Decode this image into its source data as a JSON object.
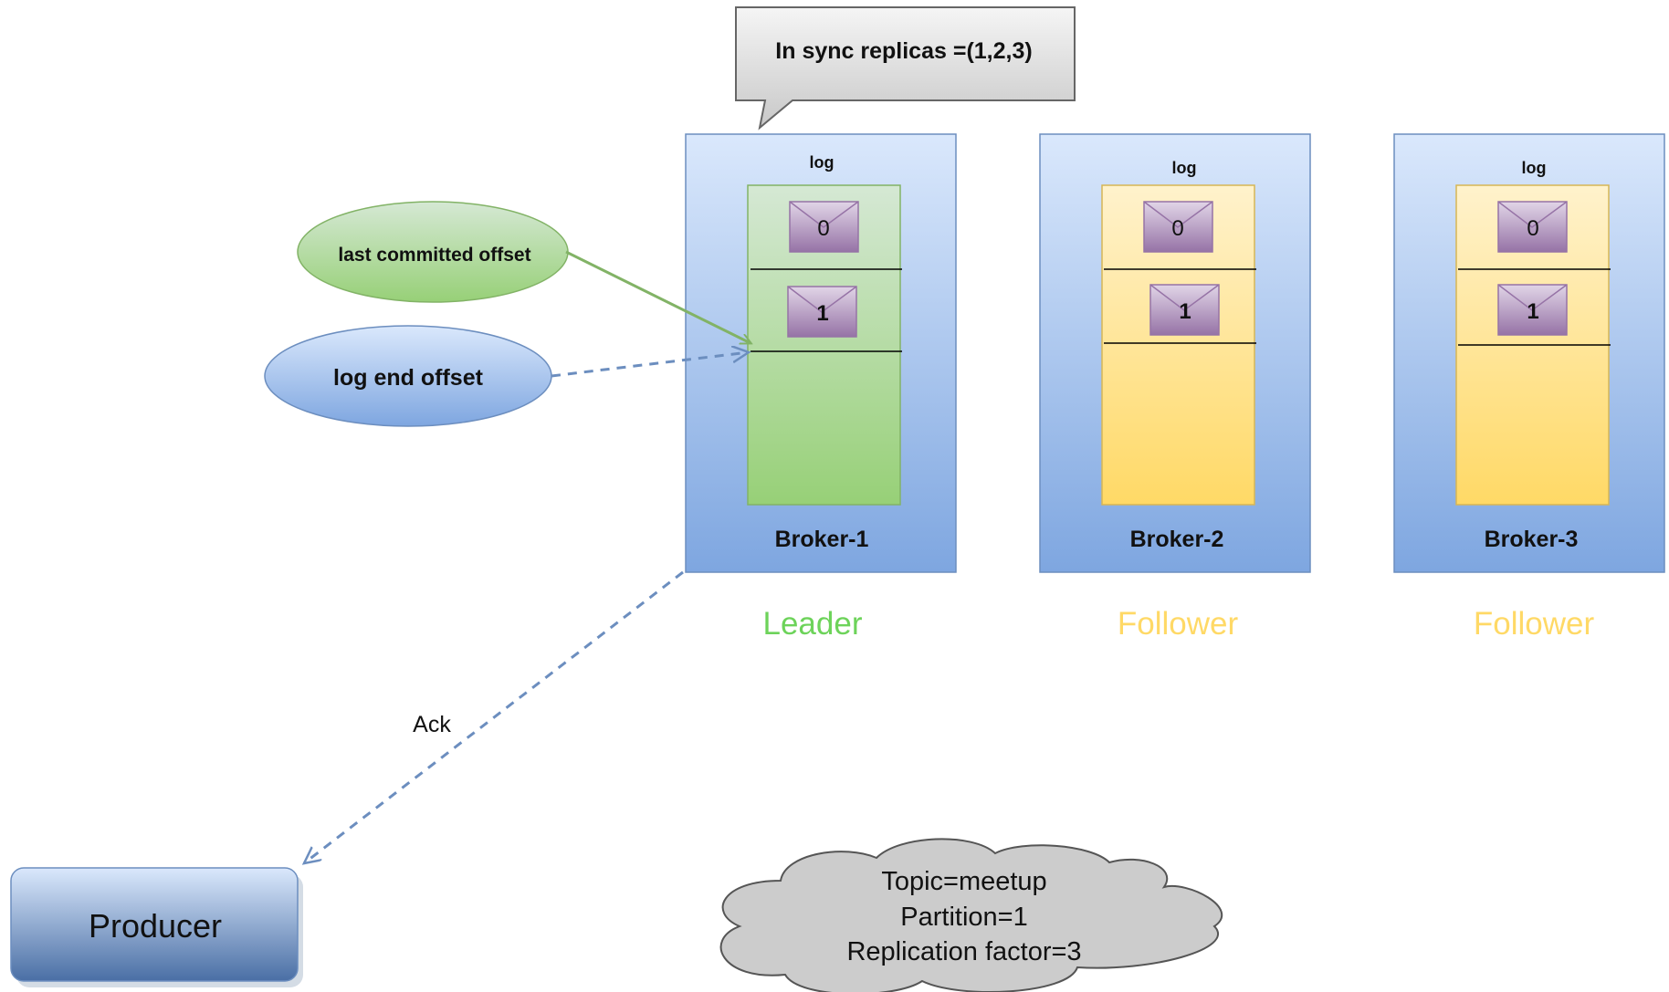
{
  "callout": {
    "text": "In sync replicas =(1,2,3)"
  },
  "offsets": {
    "last_committed": "last committed offset",
    "log_end": "log end offset"
  },
  "brokers": [
    {
      "name": "Broker-1",
      "log_label": "log",
      "role": "Leader",
      "messages": [
        "0",
        "1"
      ],
      "log_color": "green"
    },
    {
      "name": "Broker-2",
      "log_label": "log",
      "role": "Follower",
      "messages": [
        "0",
        "1"
      ],
      "log_color": "yellow"
    },
    {
      "name": "Broker-3",
      "log_label": "log",
      "role": "Follower",
      "messages": [
        "0",
        "1"
      ],
      "log_color": "yellow"
    }
  ],
  "ack_label": "Ack",
  "producer": {
    "label": "Producer"
  },
  "topic_cloud": {
    "line1": "Topic=meetup",
    "line2": "Partition=1",
    "line3": "Replication factor=3"
  },
  "colors": {
    "leader": "#6dd35a",
    "follower": "#ffd966",
    "broker_fill_top": "#dbe8fb",
    "broker_fill_bottom": "#7ea6e0",
    "arrow_green": "#82b366",
    "arrow_blue": "#6c8ebf"
  }
}
